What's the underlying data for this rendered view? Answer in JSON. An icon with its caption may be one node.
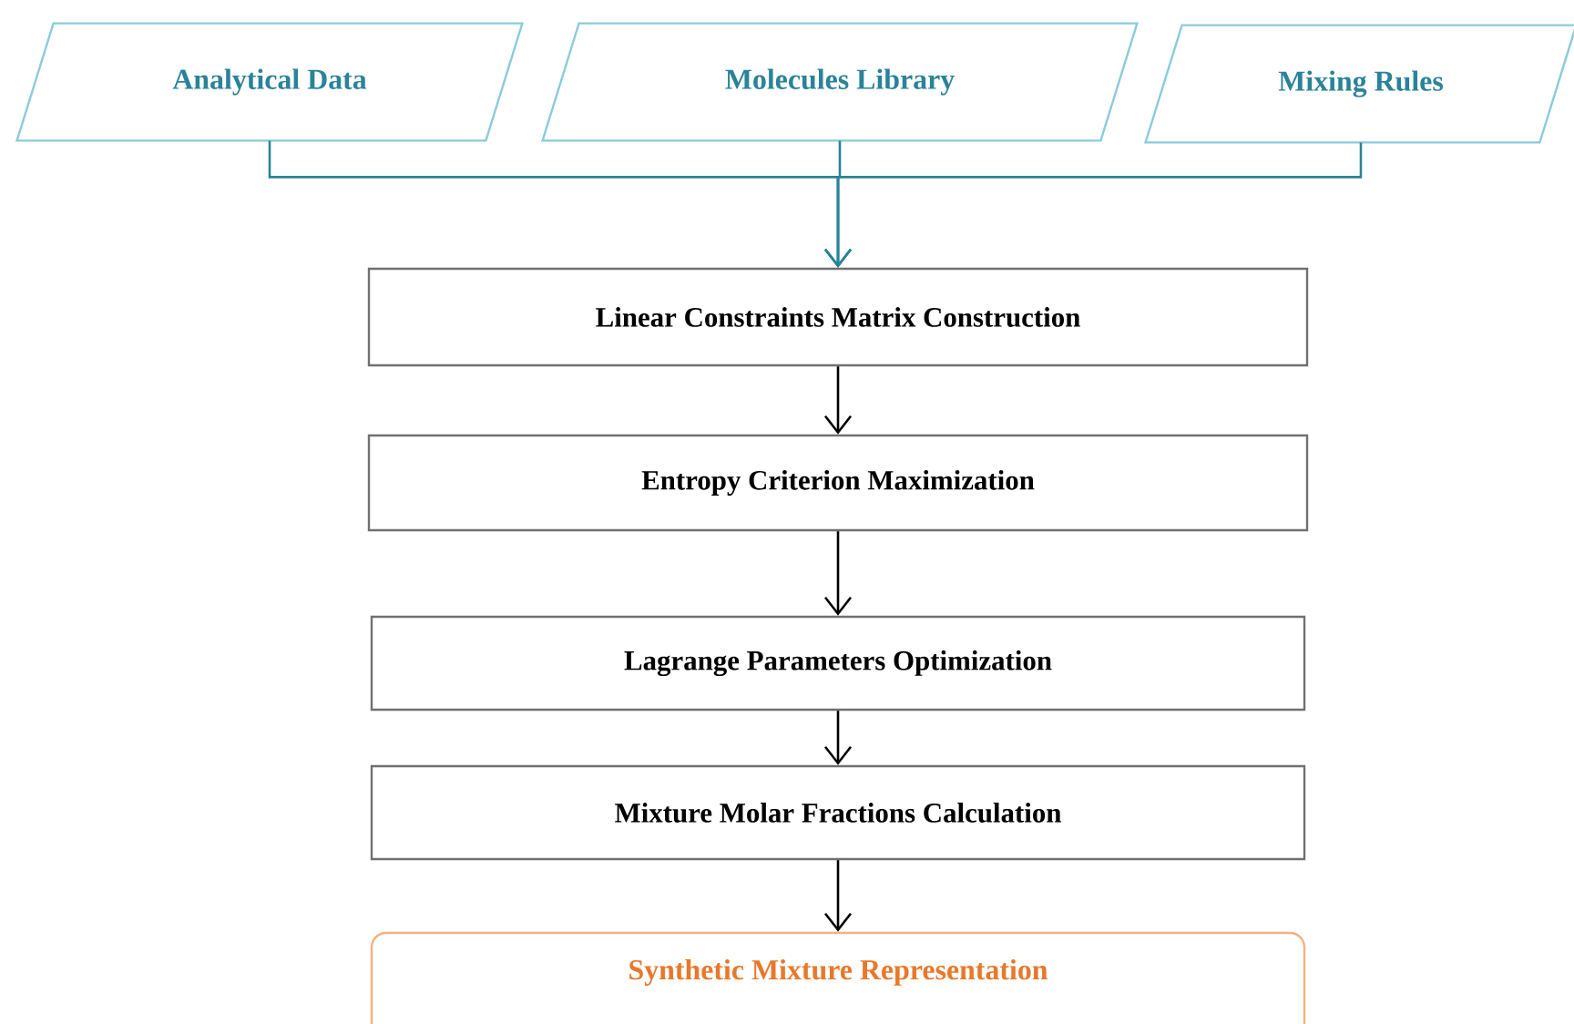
{
  "diagram": {
    "nodes": [
      {
        "text": [
          "Analytical Data"
        ]
      },
      {
        "text": [
          "Molecules Library"
        ]
      },
      {
        "text": [
          "Mixing Rules"
        ]
      },
      {
        "text": [
          "Linear Constraints Matrix Construction"
        ]
      },
      {
        "text": [
          "Entropy Criterion Maximization"
        ]
      },
      {
        "text": [
          "Lagrange Parameters Optimization"
        ]
      },
      {
        "text": [
          "Mixture Molar Fractions Calculation"
        ]
      },
      {
        "text": [
          "Synthetic Mixture Representation"
        ]
      }
    ],
    "edges": [
      {
        "from": 0,
        "to": 3,
        "arrow": "to",
        "color": "#2a8398"
      },
      {
        "from": 1,
        "to": 3,
        "arrow": "to",
        "color": "#2a8398"
      },
      {
        "from": 2,
        "to": 3,
        "arrow": "to",
        "color": "#2a8398"
      },
      {
        "from": 3,
        "to": 4,
        "arrow": "to"
      },
      {
        "from": 4,
        "to": 5,
        "arrow": "to"
      },
      {
        "from": 5,
        "to": 6,
        "arrow": "to"
      },
      {
        "from": 6,
        "to": 7,
        "arrow": "to"
      }
    ]
  }
}
